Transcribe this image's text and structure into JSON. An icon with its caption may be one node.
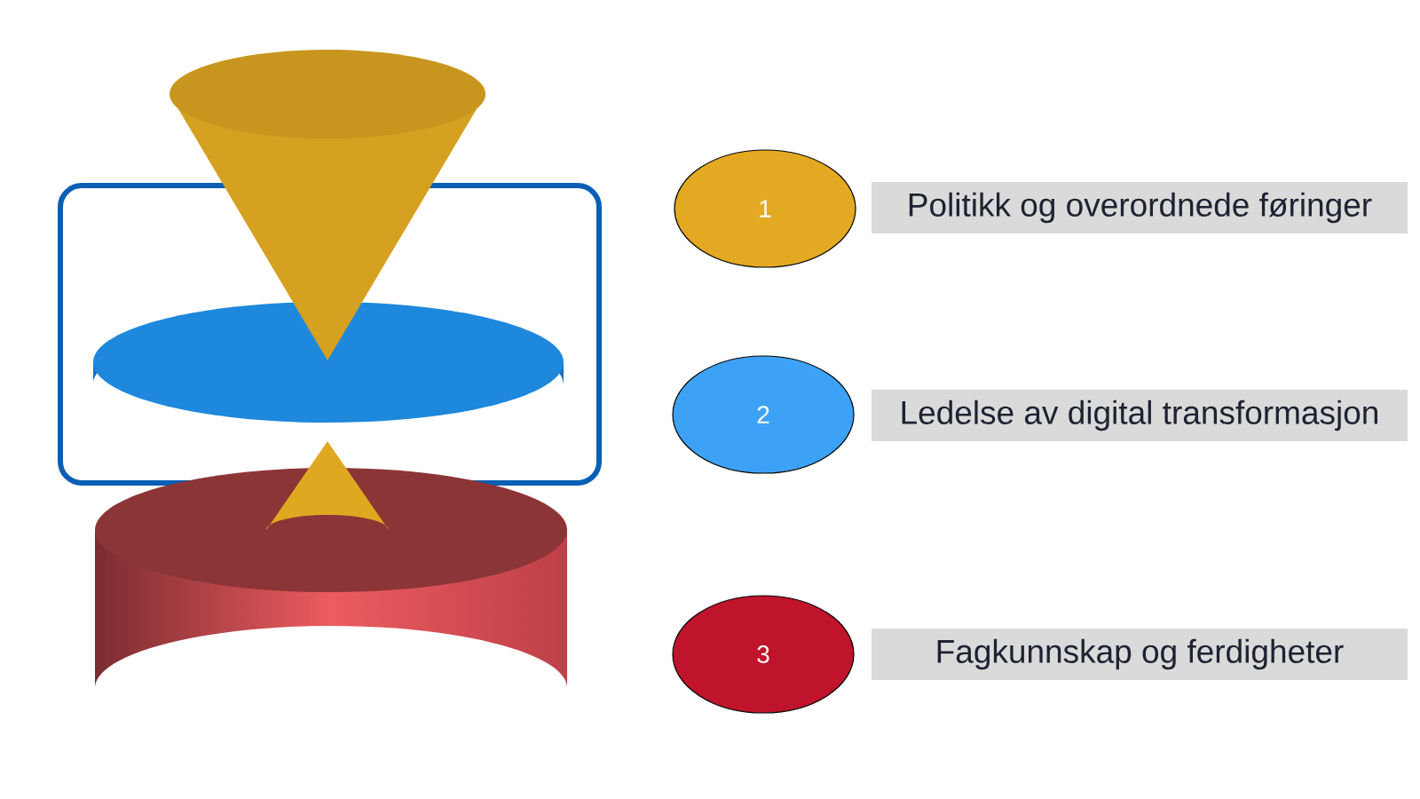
{
  "diagram": {
    "nodes": [
      {
        "text": [
          "1"
        ]
      },
      {
        "text": [
          "Politikk og overordnede føringer"
        ]
      },
      {
        "text": [
          "2"
        ]
      },
      {
        "text": [
          "Ledelse av digital transformasjon"
        ]
      },
      {
        "text": [
          "3"
        ]
      },
      {
        "text": [
          "Fagkunnskap og ferdigheter"
        ]
      }
    ]
  }
}
